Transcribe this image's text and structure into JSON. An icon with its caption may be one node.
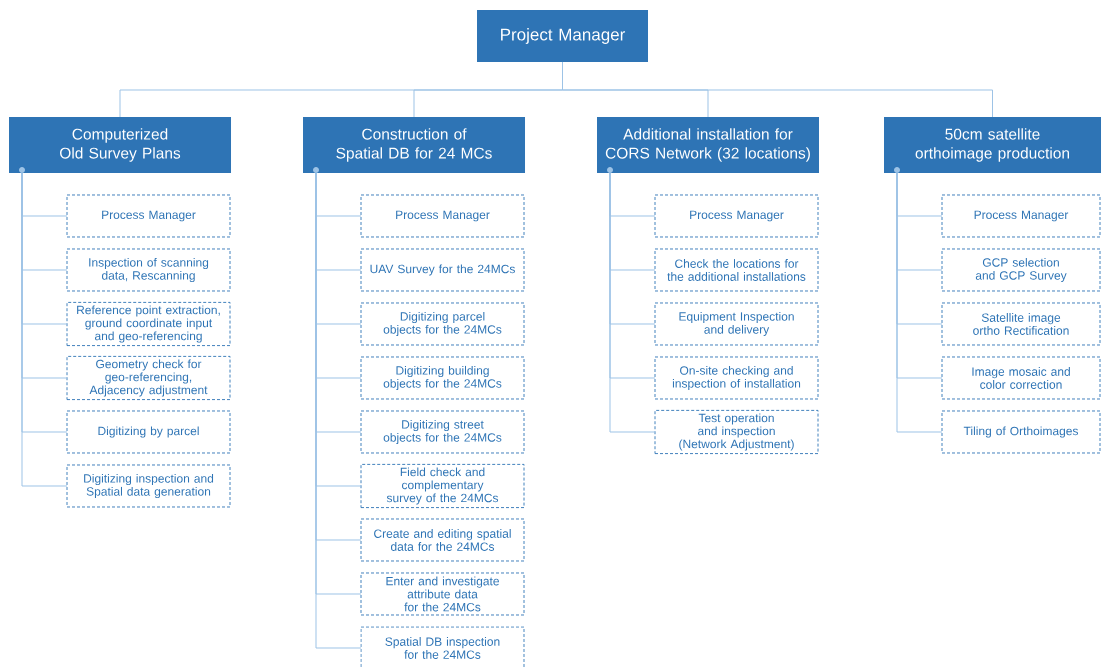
{
  "diagram": {
    "nodes": [
      {
        "text": [
          "Project Manager"
        ]
      },
      {
        "text": [
          "Computerized Old Survey Plans"
        ]
      },
      {
        "text": [
          "Process Manager"
        ]
      },
      {
        "text": [
          "Inspection of scanning data, Rescanning"
        ]
      },
      {
        "text": [
          "Reference point extraction, ground coordinate input and geo-referencing"
        ]
      },
      {
        "text": [
          "Geometry check for geo-referencing, Adjacency adjustment"
        ]
      },
      {
        "text": [
          "Digitizing by parcel"
        ]
      },
      {
        "text": [
          "Digitizing inspection and Spatial data generation"
        ]
      },
      {
        "text": [
          "Construction of Spatial DB for 24 MCs"
        ]
      },
      {
        "text": [
          "Process Manager"
        ]
      },
      {
        "text": [
          "UAV Survey for the 24MCs"
        ]
      },
      {
        "text": [
          "Digitizing parcel objects for the 24MCs"
        ]
      },
      {
        "text": [
          "Digitizing building objects for the 24MCs"
        ]
      },
      {
        "text": [
          "Digitizing street objects for the 24MCs"
        ]
      },
      {
        "text": [
          "Field check and complementary survey of the 24MCs"
        ]
      },
      {
        "text": [
          "Create and editing spatial data for the 24MCs"
        ]
      },
      {
        "text": [
          "Enter and investigate attribute data for the 24MCs"
        ]
      },
      {
        "text": [
          "Spatial DB inspection for the 24MCs"
        ]
      },
      {
        "text": [
          "Additional installation for CORS Network (32 locations)"
        ]
      },
      {
        "text": [
          "Process Manager"
        ]
      },
      {
        "text": [
          "Check the locations for the additional installations"
        ]
      },
      {
        "text": [
          "Equipment Inspection and delivery"
        ]
      },
      {
        "text": [
          "On-site checking and inspection of installation"
        ]
      },
      {
        "text": [
          "Test operation and inspection (Network Adjustment)"
        ]
      },
      {
        "text": [
          "50cm satellite orthoimage production"
        ]
      },
      {
        "text": [
          "Process Manager"
        ]
      },
      {
        "text": [
          "GCP selection and GCP Survey"
        ]
      },
      {
        "text": [
          "Satellite image ortho Rectification"
        ]
      },
      {
        "text": [
          "Image mosaic and color correction"
        ]
      },
      {
        "text": [
          "Tiling of Orthoimages"
        ]
      }
    ],
    "edges": [
      {
        "from": 0,
        "to": 1,
        "arrow": "none"
      },
      {
        "from": 0,
        "to": 8,
        "arrow": "none"
      },
      {
        "from": 0,
        "to": 18,
        "arrow": "none"
      },
      {
        "from": 0,
        "to": 24,
        "arrow": "none"
      },
      {
        "from": 1,
        "to": 2,
        "arrow": "none"
      },
      {
        "from": 1,
        "to": 3,
        "arrow": "none"
      },
      {
        "from": 1,
        "to": 4,
        "arrow": "none"
      },
      {
        "from": 1,
        "to": 5,
        "arrow": "none"
      },
      {
        "from": 1,
        "to": 6,
        "arrow": "none"
      },
      {
        "from": 1,
        "to": 7,
        "arrow": "none"
      },
      {
        "from": 8,
        "to": 9,
        "arrow": "none"
      },
      {
        "from": 8,
        "to": 10,
        "arrow": "none"
      },
      {
        "from": 8,
        "to": 11,
        "arrow": "none"
      },
      {
        "from": 8,
        "to": 12,
        "arrow": "none"
      },
      {
        "from": 8,
        "to": 13,
        "arrow": "none"
      },
      {
        "from": 8,
        "to": 14,
        "arrow": "none"
      },
      {
        "from": 8,
        "to": 15,
        "arrow": "none"
      },
      {
        "from": 8,
        "to": 16,
        "arrow": "none"
      },
      {
        "from": 8,
        "to": 17,
        "arrow": "none"
      },
      {
        "from": 18,
        "to": 19,
        "arrow": "none"
      },
      {
        "from": 18,
        "to": 20,
        "arrow": "none"
      },
      {
        "from": 18,
        "to": 21,
        "arrow": "none"
      },
      {
        "from": 18,
        "to": 22,
        "arrow": "none"
      },
      {
        "from": 18,
        "to": 23,
        "arrow": "none"
      },
      {
        "from": 24,
        "to": 25,
        "arrow": "none"
      },
      {
        "from": 24,
        "to": 26,
        "arrow": "none"
      },
      {
        "from": 24,
        "to": 27,
        "arrow": "none"
      },
      {
        "from": 24,
        "to": 28,
        "arrow": "none"
      },
      {
        "from": 24,
        "to": 29,
        "arrow": "none"
      }
    ]
  }
}
